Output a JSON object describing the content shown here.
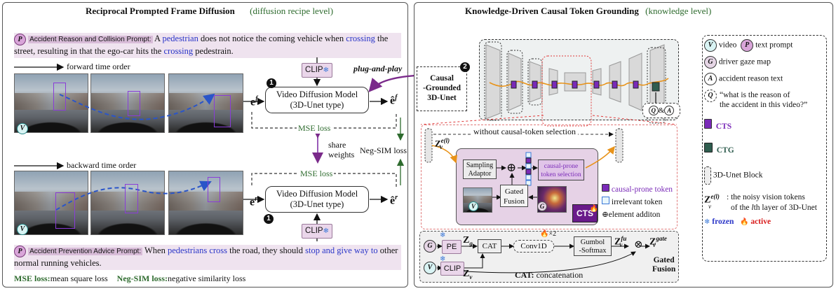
{
  "left_panel": {
    "title": "Reciprocal Prompted Frame Diffusion",
    "subtitle": "(diffusion recipe level)",
    "top_prompt": {
      "badge": "P",
      "tag": "Accident Reason and Collision Prompt:",
      "t1": " A ",
      "w1": "pedestrian",
      "t2": " does not notice the coming vehicle when ",
      "w2": "crossing",
      "t3": " the street, resulting in that the ego-car hits the ",
      "w3": "crossing",
      "t4": " pedestrain."
    },
    "forward_label": "forward time order",
    "backward_label": "backward time order",
    "video_badge_top": "V",
    "video_badge_bottom": "V",
    "clip_label": "CLIP",
    "plug_label": "plug-and-play",
    "vdm_title": "Video Diffusion Model",
    "vdm_sub": "(3D-Unet type)",
    "e_f": "e",
    "e_f_sup": "f",
    "e_r": "e",
    "e_r_sup": "r",
    "mse_loss": "MSE loss",
    "share_weights_1": "share",
    "share_weights_2": "weights",
    "neg_sim_loss": "Neg-SIM loss",
    "step1": "1",
    "bottom_prompt": {
      "badge": "P",
      "tag": "Accident Prevention Advice Prompt:",
      "t1": " When ",
      "w1": "pedestrians cross",
      "t2": " the road, they should ",
      "w2": "stop and give way to",
      "t3": " other normal running vehicles."
    },
    "legend_mse_key": "MSE loss:",
    "legend_mse_val": "mean square loss",
    "legend_neg_key": "Neg-SIM loss:",
    "legend_neg_val": "negative similarity loss"
  },
  "right_panel": {
    "title": "Knowledge-Driven Causal Token Grounding",
    "subtitle": "(knowledge level)",
    "unet_label_1": "Causal",
    "unet_label_2": "-Grounded",
    "unet_label_3": "3D-Unet",
    "step2": "2",
    "qa_q": "Q",
    "qa_amp": "&",
    "qa_a": "A",
    "z_label": "Z",
    "z_sup": "e(l)",
    "z_sub": "v",
    "without_label": "without causal-token selection",
    "sampling_1": "Sampling",
    "sampling_2": "Adaptor",
    "causal_sel_1": "causal-prone",
    "causal_sel_2": "token selection",
    "gated_1": "Gated",
    "gated_2": "Fusion",
    "v_badge": "V",
    "g_badge": "G",
    "cts_label": "CTS",
    "legend_causal": "causal-prone token",
    "legend_irrelevant": "irrelevant token",
    "legend_add": "element additon",
    "plus": "⊕",
    "gated_detail": {
      "g_badge": "G",
      "v_badge": "V",
      "pe": "PE",
      "clip": "CLIP",
      "zg": "Z",
      "zg_sub": "g",
      "zv": "Z",
      "zv_sub": "v",
      "cat": "CAT",
      "conv": "Conv1D",
      "times2": "×2",
      "gumbol_1": "Gumbol",
      "gumbol_2": "-Softmax",
      "zfu": "Z",
      "zfu_sup": "fu",
      "zfu_sub": "v",
      "otimes": "⊗",
      "zgate": "Z",
      "zgate_sup": "gate",
      "zgate_sub": "v",
      "gated_title_1": "Gated",
      "gated_title_2": "Fusion",
      "cat_key": "CAT:",
      "cat_val": "concatenation"
    },
    "legend": {
      "v_badge": "V",
      "video": "video",
      "p_badge": "P",
      "text_prompt": "text prompt",
      "g_badge": "G",
      "gaze": "driver gaze map",
      "a_badge": "A",
      "reason": "accident reason text",
      "q_badge": "Q",
      "q_text_1": "“what is the reason of",
      "q_text_2": "the accident in this video?”",
      "cts": "CTS",
      "ctg": "CTG",
      "block": "3D-Unet Block",
      "z_def_1": ": the noisy vision tokens",
      "z_def_2": "of the ",
      "z_def_l": "l",
      "z_def_3": "th layer of 3D-Unet",
      "frozen": "frozen",
      "active": "active"
    }
  },
  "colors": {
    "cts": "#7a2ab8",
    "ctg": "#2f5d4f",
    "frozen": "#2a35c8",
    "active": "#d81a1a",
    "arrow_dashed": "#2a55c8",
    "arrow_curve": "#e8931a"
  },
  "icons": [
    "snowflake-icon",
    "fire-icon",
    "pedestrian-bbox",
    "plus-circle-icon",
    "otimes-icon"
  ]
}
